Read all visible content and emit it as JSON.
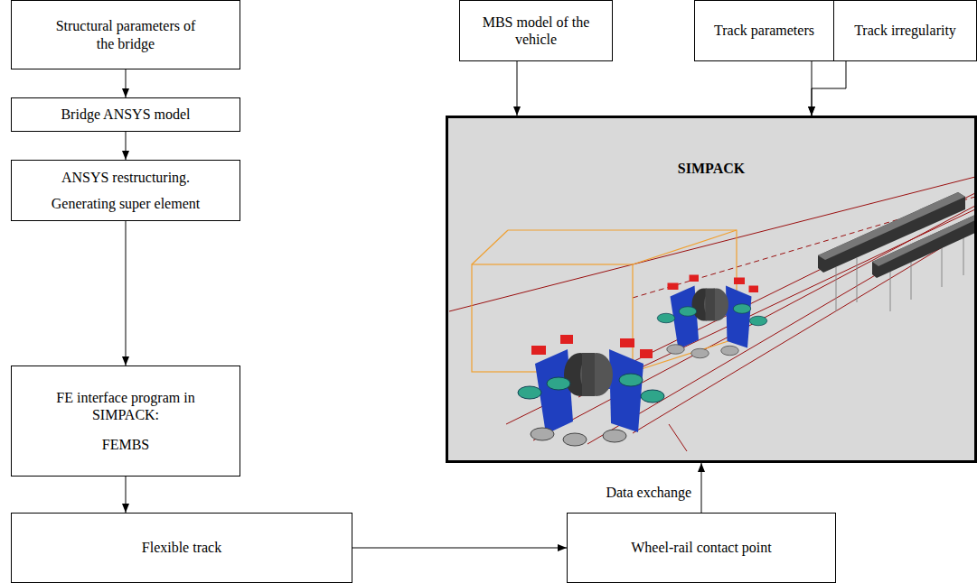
{
  "diagram": {
    "nodes": [
      {
        "text": [
          "Structural parameters of the bridge"
        ]
      },
      {
        "text": [
          "MBS model of the vehicle"
        ]
      },
      {
        "text": [
          "Track parameters"
        ]
      },
      {
        "text": [
          "Track irregularity"
        ]
      },
      {
        "text": [
          "Bridge ANSYS model"
        ]
      },
      {
        "text": [
          "ANSYS restructuring.",
          "Generating super element"
        ]
      },
      {
        "text": [
          "SIMPACK"
        ]
      },
      {
        "text": [
          "FE interface program in SIMPACK:",
          "FEMBS"
        ]
      },
      {
        "text": [
          "Flexible track"
        ]
      },
      {
        "text": [
          "Wheel-rail contact point"
        ]
      }
    ],
    "edges": [
      {
        "from": 0,
        "to": 4,
        "arrow": "to"
      },
      {
        "from": 4,
        "to": 5,
        "arrow": "to"
      },
      {
        "from": 5,
        "to": 7,
        "arrow": "to"
      },
      {
        "from": 7,
        "to": 8,
        "arrow": "to"
      },
      {
        "from": 8,
        "to": 9,
        "arrow": "to"
      },
      {
        "from": 9,
        "to": 6,
        "label": "Data exchange",
        "arrow": "to"
      },
      {
        "from": 1,
        "to": 6,
        "arrow": "to"
      },
      {
        "from": 2,
        "to": 6,
        "arrow": "to"
      },
      {
        "from": 3,
        "to": 6,
        "arrow": "to"
      }
    ]
  }
}
